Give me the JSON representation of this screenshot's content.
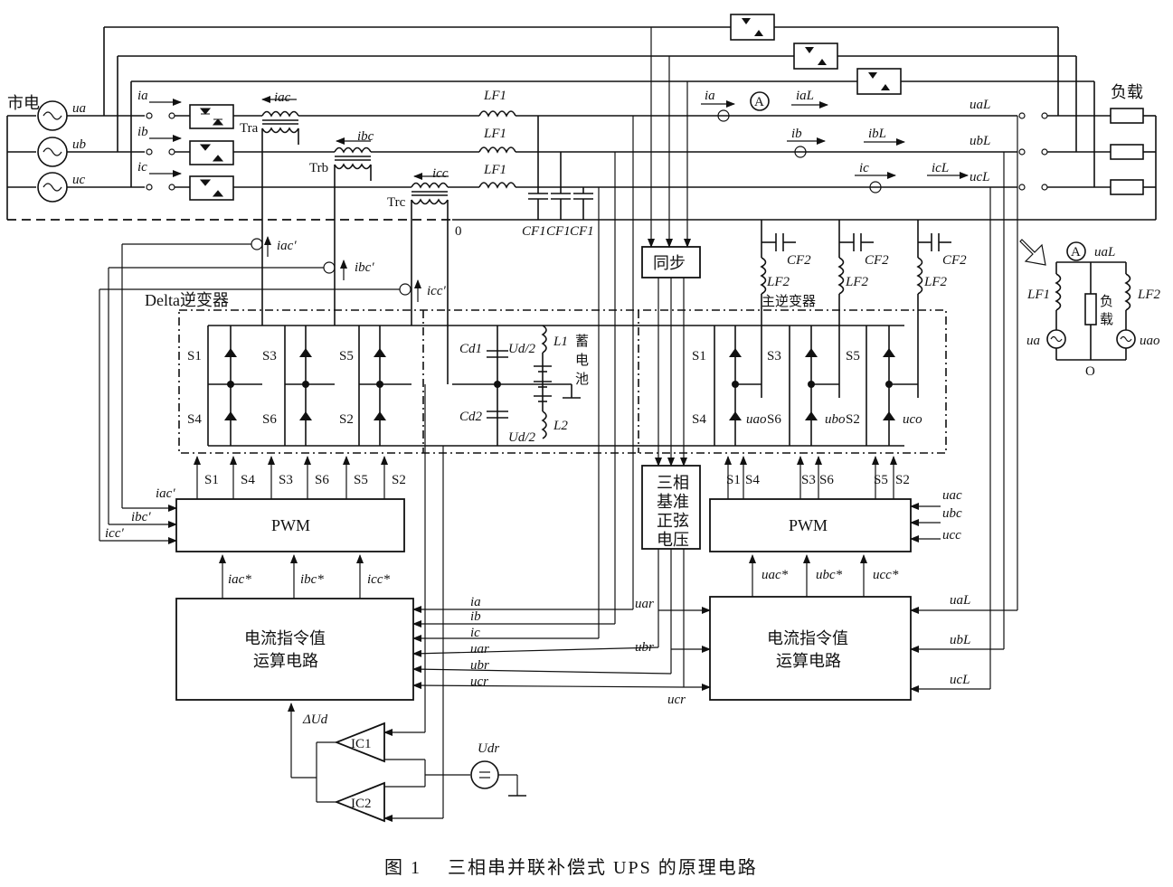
{
  "caption": "图 1　 三相串并联补偿式 UPS 的原理电路",
  "labels": {
    "mains": "市电",
    "ua": "ua",
    "ub": "ub",
    "uc": "uc",
    "ia": "ia",
    "ib": "ib",
    "ic": "ic",
    "iac": "iac",
    "ibc": "ibc",
    "icc": "icc",
    "iacp": "iac′",
    "ibcp": "ibc′",
    "iccp": "icc′",
    "tra": "Tra",
    "trb": "Trb",
    "trc": "Trc",
    "lf1": "LF1",
    "cf1": "CF1",
    "cf2": "CF2",
    "lf2": "LF2",
    "zero": "0",
    "ial": "iaL",
    "ibl": "ibL",
    "icl": "icL",
    "ual": "uaL",
    "ubl": "ubL",
    "ucl": "ucL",
    "load": "负载",
    "sync": "同步",
    "main_inverter": "主逆变器",
    "delta_inverter": "Delta逆变器",
    "battery": "蓄电池",
    "cd1": "Cd1",
    "cd2": "Cd2",
    "ud2": "Ud/2",
    "l1": "L1",
    "l2": "L2",
    "s1": "S1",
    "s2": "S2",
    "s3": "S3",
    "s4": "S4",
    "s5": "S5",
    "s6": "S6",
    "uao": "uao",
    "ubo": "ubo",
    "uco": "uco",
    "pwm": "PWM",
    "ref_voltage": "三相基准正弦电压",
    "current_cmd": "电流指令值运算电路",
    "iac_star": "iac*",
    "ibc_star": "ibc*",
    "icc_star": "icc*",
    "uac_star": "uac*",
    "ubc_star": "ubc*",
    "ucc_star": "ucc*",
    "uac": "uac",
    "ubc": "ubc",
    "ucc": "ucc",
    "uar": "uar",
    "ubr": "ubr",
    "ucr": "ucr",
    "delta_ud": "ΔUd",
    "ic1": "IC1",
    "ic2": "IC2",
    "udr": "Udr",
    "ammeter": "A",
    "o": "O"
  }
}
